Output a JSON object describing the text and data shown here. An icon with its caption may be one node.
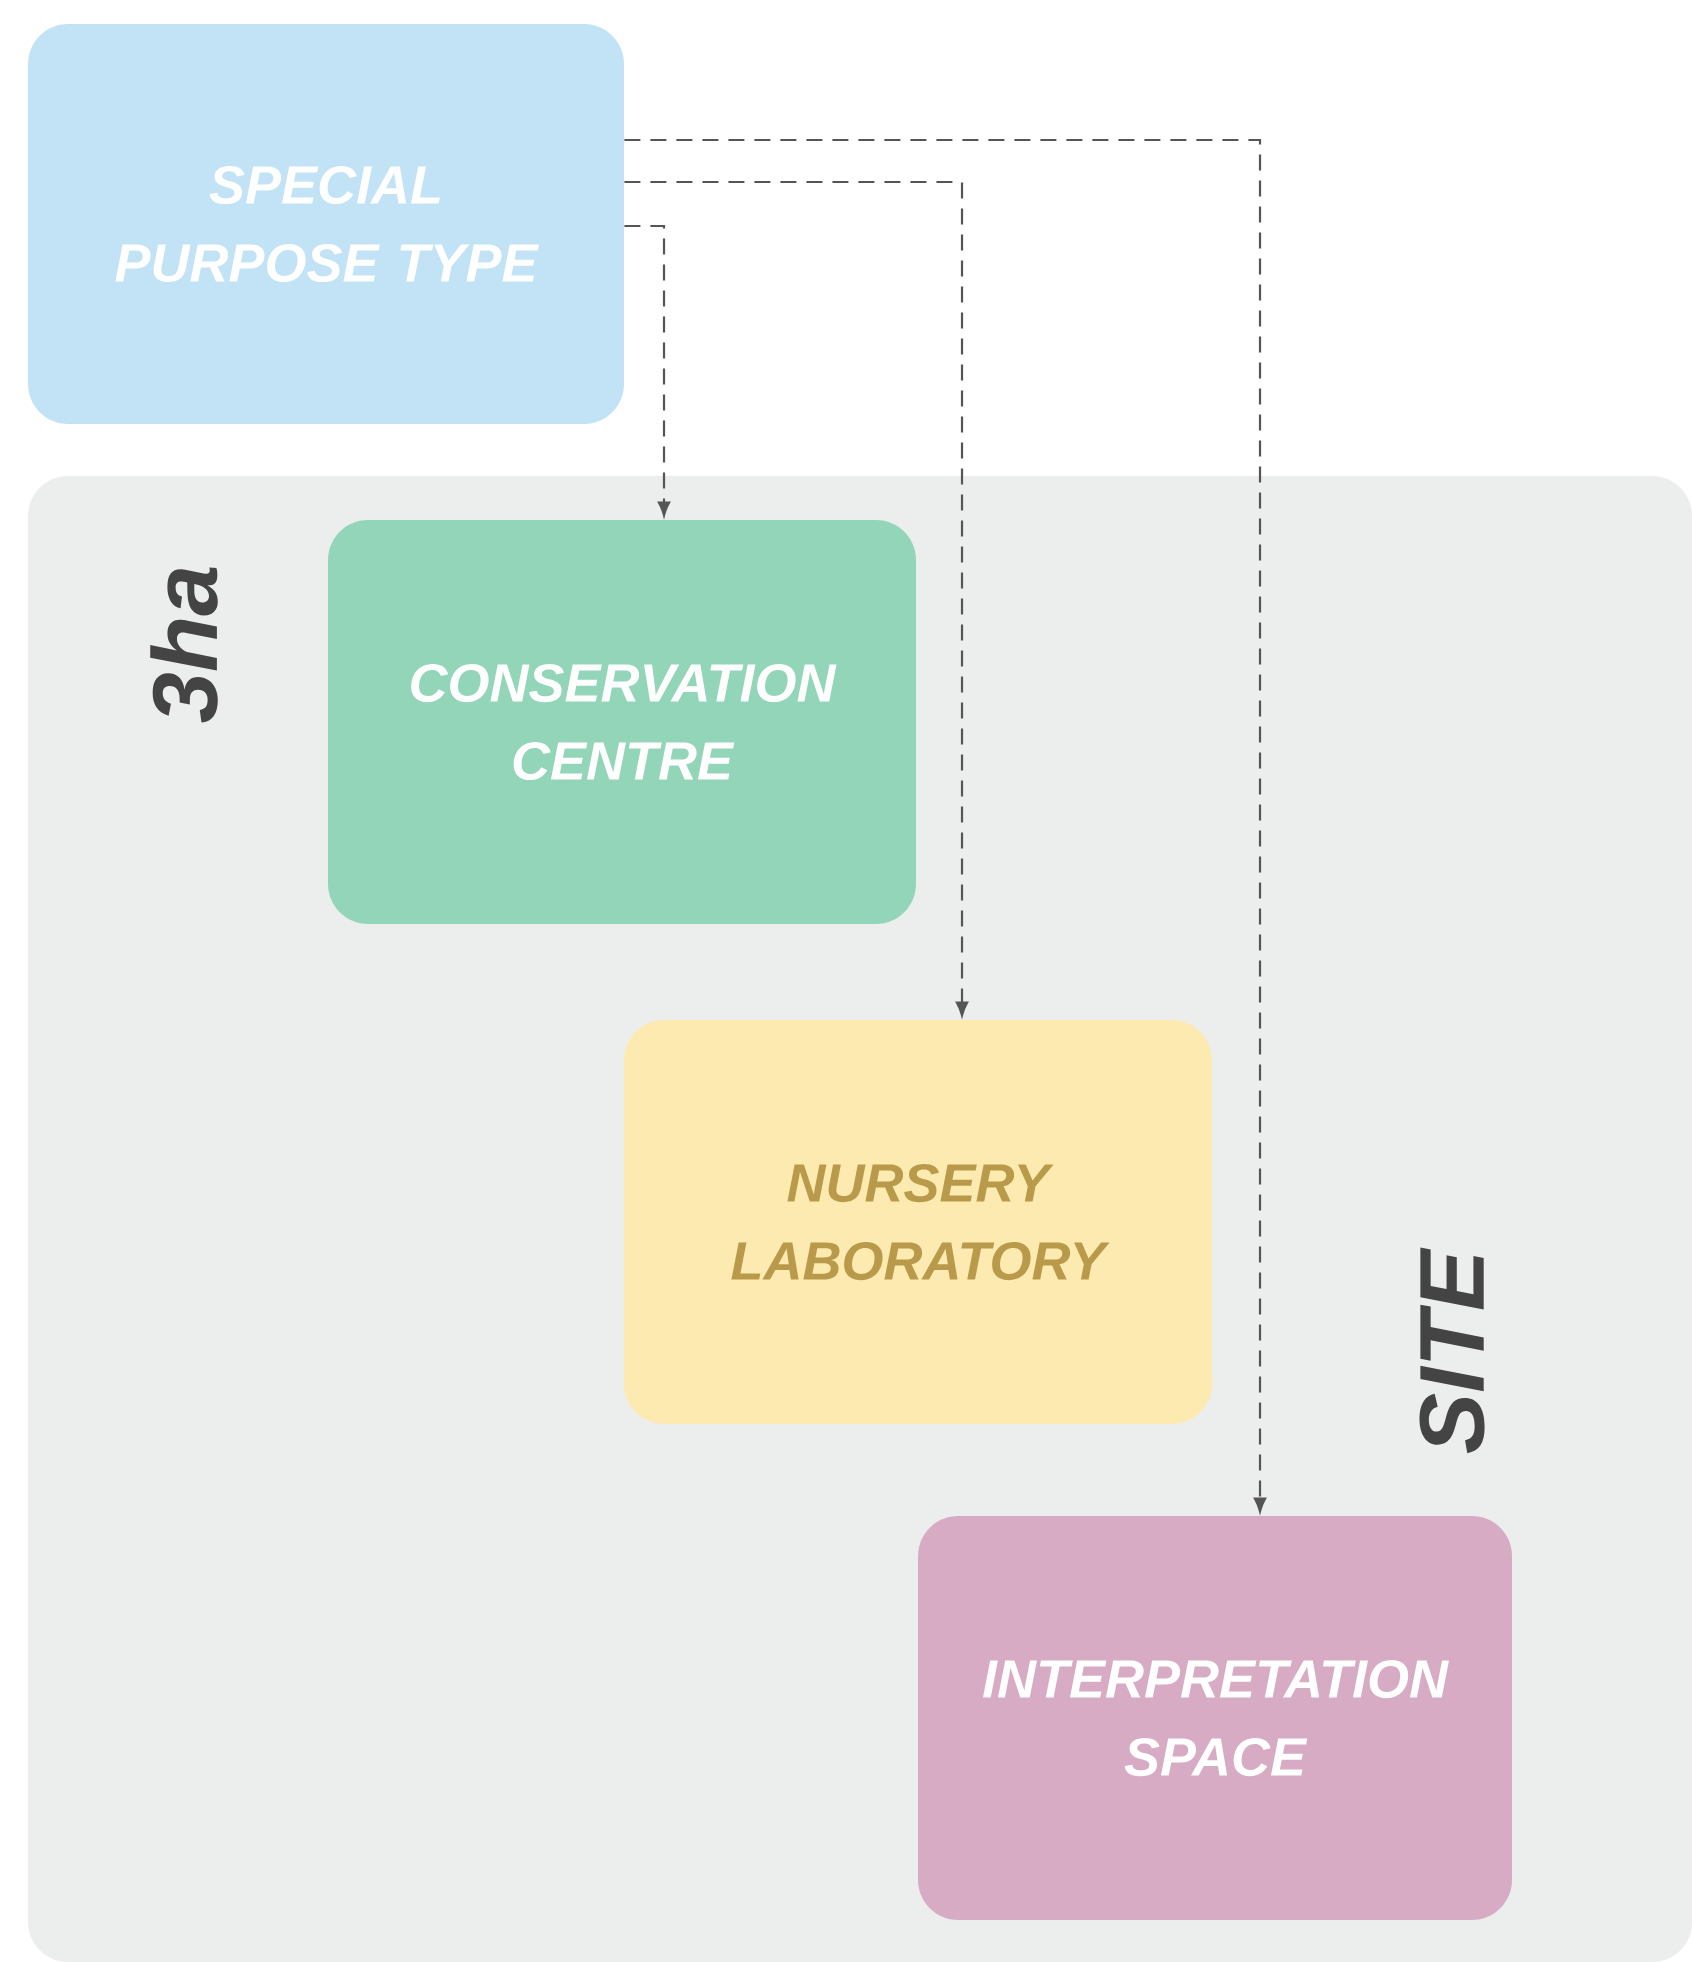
{
  "diagram": {
    "nodes": [
      {
        "text": [
          "SPECIAL PURPOSE TYPE"
        ]
      },
      {
        "text": [
          "3ha",
          "SITE"
        ]
      },
      {
        "text": [
          "CONSERVATION CENTRE"
        ],
        "in": 1
      },
      {
        "text": [
          "NURSERY LABORATORY"
        ],
        "in": 1
      },
      {
        "text": [
          "INTERPRETATION SPACE"
        ],
        "in": 1
      }
    ],
    "edges": [
      {
        "from": 0,
        "to": 2,
        "arrow": "to",
        "style": "dashed"
      },
      {
        "from": 0,
        "to": 3,
        "arrow": "to",
        "style": "dashed"
      },
      {
        "from": 0,
        "to": 4,
        "arrow": "to",
        "style": "dashed"
      }
    ]
  }
}
